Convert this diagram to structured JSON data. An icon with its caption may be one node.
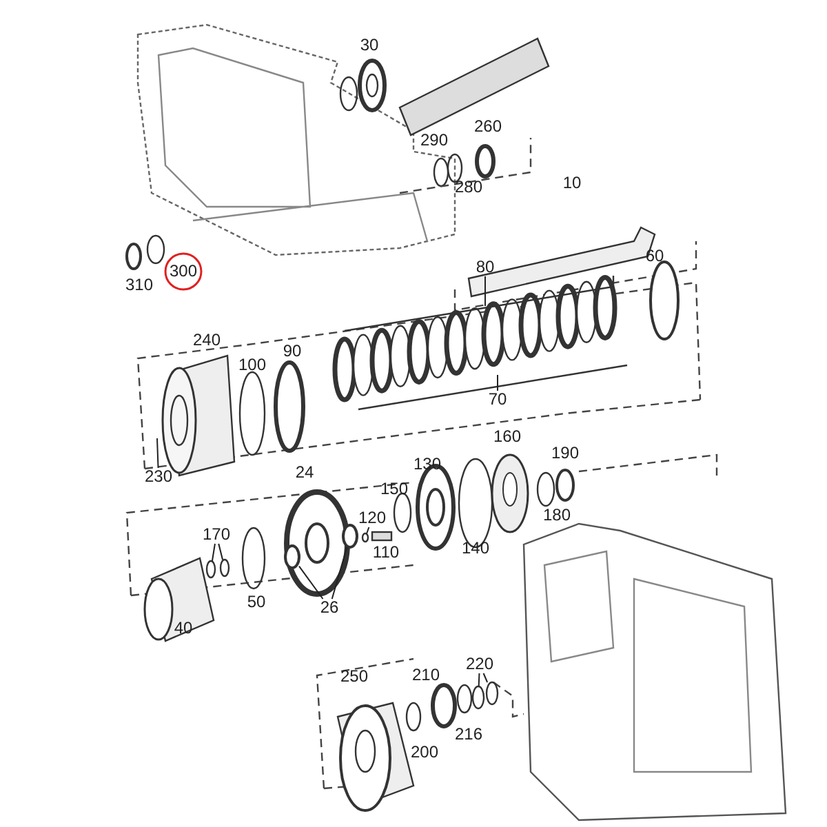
{
  "diagram": {
    "nodes": [
      {
        "text": [
          "230"
        ]
      },
      {
        "text": [
          "80"
        ]
      },
      {
        "text": [
          "70"
        ]
      },
      {
        "text": [
          "170"
        ]
      },
      {
        "text": [
          "26"
        ]
      },
      {
        "text": [
          "220"
        ]
      },
      {
        "text": [
          "120"
        ]
      },
      {
        "text": [],
        "shape": "circle"
      },
      {
        "text": [],
        "shape": "circle"
      },
      {
        "text": [],
        "shape": "circle"
      },
      {
        "text": [],
        "shape": "circle"
      },
      {
        "text": [],
        "shape": "circle"
      },
      {
        "text": [],
        "shape": "circle"
      },
      {
        "text": [],
        "shape": "circle"
      }
    ],
    "edges": [
      {
        "from": 0,
        "to": null,
        "arrow": "none"
      },
      {
        "from": 1,
        "to": null,
        "arrow": "none"
      },
      {
        "from": 2,
        "to": null,
        "arrow": "none"
      },
      {
        "from": 3,
        "to": 7,
        "arrow": "none"
      },
      {
        "from": 3,
        "to": 8,
        "arrow": "none"
      },
      {
        "from": 4,
        "to": 9,
        "arrow": "none"
      },
      {
        "from": 4,
        "to": 10,
        "arrow": "none"
      },
      {
        "from": 5,
        "to": 11,
        "arrow": "none"
      },
      {
        "from": 5,
        "to": 12,
        "arrow": "none"
      },
      {
        "from": 6,
        "to": 13,
        "arrow": "none"
      }
    ],
    "labels": [
      "30",
      "290",
      "260",
      "280",
      "10",
      "310",
      "300",
      "60",
      "240",
      "100",
      "90",
      "130",
      "160",
      "190",
      "24",
      "150",
      "110",
      "140",
      "180",
      "50",
      "40",
      "250",
      "210",
      "200",
      "216"
    ]
  }
}
